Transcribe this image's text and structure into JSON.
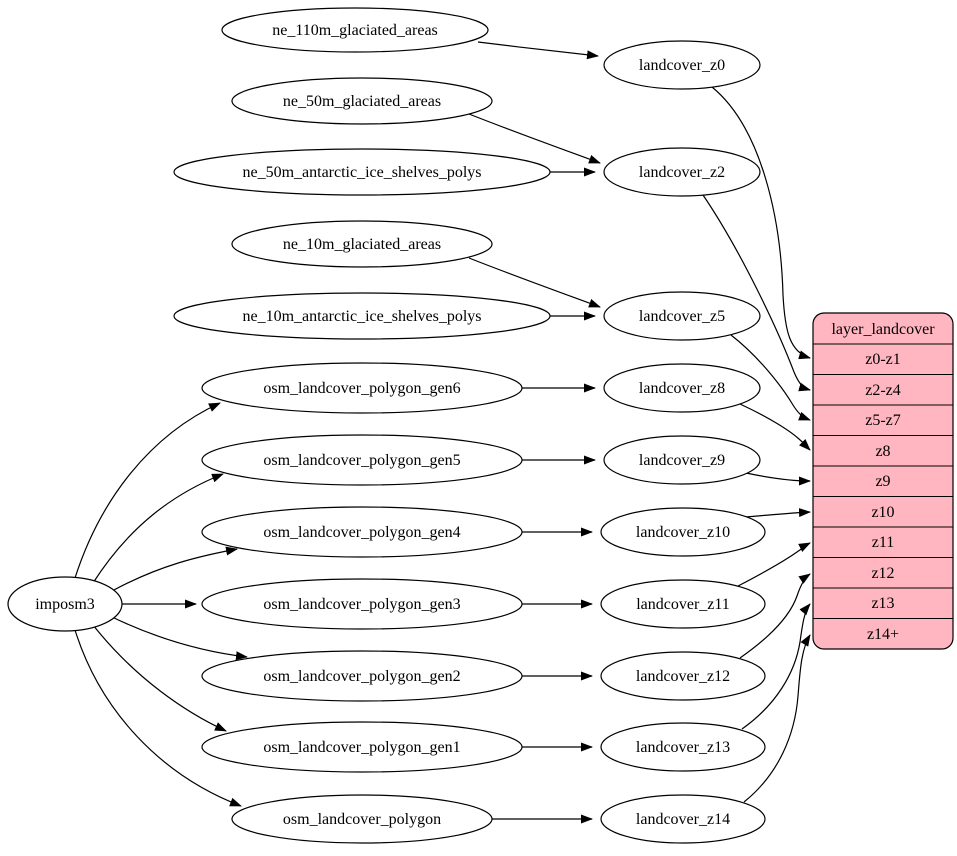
{
  "diagram": {
    "background_color": "#ffffff",
    "node_fill": "#ffffff",
    "node_stroke": "#000000",
    "edge_color": "#000000",
    "table_fill": "#ffb6c1"
  },
  "nodes": {
    "imposm3": {
      "label": "imposm3"
    },
    "ne_110m_glaciated_areas": {
      "label": "ne_110m_glaciated_areas"
    },
    "ne_50m_glaciated_areas": {
      "label": "ne_50m_glaciated_areas"
    },
    "ne_50m_antarctic_ice_shelves_polys": {
      "label": "ne_50m_antarctic_ice_shelves_polys"
    },
    "ne_10m_glaciated_areas": {
      "label": "ne_10m_glaciated_areas"
    },
    "ne_10m_antarctic_ice_shelves_polys": {
      "label": "ne_10m_antarctic_ice_shelves_polys"
    },
    "osm_landcover_polygon_gen6": {
      "label": "osm_landcover_polygon_gen6"
    },
    "osm_landcover_polygon_gen5": {
      "label": "osm_landcover_polygon_gen5"
    },
    "osm_landcover_polygon_gen4": {
      "label": "osm_landcover_polygon_gen4"
    },
    "osm_landcover_polygon_gen3": {
      "label": "osm_landcover_polygon_gen3"
    },
    "osm_landcover_polygon_gen2": {
      "label": "osm_landcover_polygon_gen2"
    },
    "osm_landcover_polygon_gen1": {
      "label": "osm_landcover_polygon_gen1"
    },
    "osm_landcover_polygon": {
      "label": "osm_landcover_polygon"
    },
    "landcover_z0": {
      "label": "landcover_z0"
    },
    "landcover_z2": {
      "label": "landcover_z2"
    },
    "landcover_z5": {
      "label": "landcover_z5"
    },
    "landcover_z8": {
      "label": "landcover_z8"
    },
    "landcover_z9": {
      "label": "landcover_z9"
    },
    "landcover_z10": {
      "label": "landcover_z10"
    },
    "landcover_z11": {
      "label": "landcover_z11"
    },
    "landcover_z12": {
      "label": "landcover_z12"
    },
    "landcover_z13": {
      "label": "landcover_z13"
    },
    "landcover_z14": {
      "label": "landcover_z14"
    }
  },
  "table": {
    "header": "layer_landcover",
    "rows": [
      "z0-z1",
      "z2-z4",
      "z5-z7",
      "z8",
      "z9",
      "z10",
      "z11",
      "z12",
      "z13",
      "z14+"
    ]
  },
  "edges": [
    {
      "from": "imposm3",
      "to": "osm_landcover_polygon_gen6"
    },
    {
      "from": "imposm3",
      "to": "osm_landcover_polygon_gen5"
    },
    {
      "from": "imposm3",
      "to": "osm_landcover_polygon_gen4"
    },
    {
      "from": "imposm3",
      "to": "osm_landcover_polygon_gen3"
    },
    {
      "from": "imposm3",
      "to": "osm_landcover_polygon_gen2"
    },
    {
      "from": "imposm3",
      "to": "osm_landcover_polygon_gen1"
    },
    {
      "from": "imposm3",
      "to": "osm_landcover_polygon"
    },
    {
      "from": "ne_110m_glaciated_areas",
      "to": "landcover_z0"
    },
    {
      "from": "ne_50m_glaciated_areas",
      "to": "landcover_z2"
    },
    {
      "from": "ne_50m_antarctic_ice_shelves_polys",
      "to": "landcover_z2"
    },
    {
      "from": "ne_10m_glaciated_areas",
      "to": "landcover_z5"
    },
    {
      "from": "ne_10m_antarctic_ice_shelves_polys",
      "to": "landcover_z5"
    },
    {
      "from": "osm_landcover_polygon_gen6",
      "to": "landcover_z8"
    },
    {
      "from": "osm_landcover_polygon_gen5",
      "to": "landcover_z9"
    },
    {
      "from": "osm_landcover_polygon_gen4",
      "to": "landcover_z10"
    },
    {
      "from": "osm_landcover_polygon_gen3",
      "to": "landcover_z11"
    },
    {
      "from": "osm_landcover_polygon_gen2",
      "to": "landcover_z12"
    },
    {
      "from": "osm_landcover_polygon_gen1",
      "to": "landcover_z13"
    },
    {
      "from": "osm_landcover_polygon",
      "to": "landcover_z14"
    },
    {
      "from": "landcover_z0",
      "to": "layer_landcover",
      "row": "z0-z1"
    },
    {
      "from": "landcover_z2",
      "to": "layer_landcover",
      "row": "z2-z4"
    },
    {
      "from": "landcover_z5",
      "to": "layer_landcover",
      "row": "z5-z7"
    },
    {
      "from": "landcover_z8",
      "to": "layer_landcover",
      "row": "z8"
    },
    {
      "from": "landcover_z9",
      "to": "layer_landcover",
      "row": "z9"
    },
    {
      "from": "landcover_z10",
      "to": "layer_landcover",
      "row": "z10"
    },
    {
      "from": "landcover_z11",
      "to": "layer_landcover",
      "row": "z11"
    },
    {
      "from": "landcover_z12",
      "to": "layer_landcover",
      "row": "z12"
    },
    {
      "from": "landcover_z13",
      "to": "layer_landcover",
      "row": "z13"
    },
    {
      "from": "landcover_z14",
      "to": "layer_landcover",
      "row": "z14+"
    }
  ]
}
